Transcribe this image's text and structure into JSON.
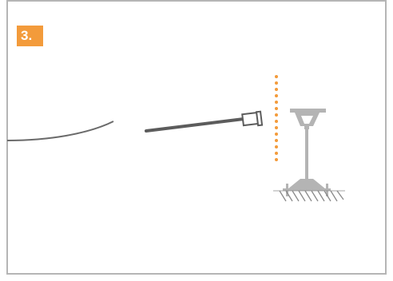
{
  "step": {
    "label": "3."
  },
  "colors": {
    "frame_border": "#b5b5b5",
    "badge_bg": "#f39b3b",
    "badge_text": "#ffffff",
    "wire": "#6a6a6a",
    "rod": "#5c5c5c",
    "dots": "#f39b3b",
    "fixture": "#b4b4b4",
    "ground_hatch": "#8a8a8a"
  },
  "elements": {
    "cable": "cable-line",
    "rod": "insertion-rod",
    "dotted_line": "boundary-dotted-line",
    "fixture": "post-top-light-fixture",
    "ground": "ground-hatching"
  }
}
